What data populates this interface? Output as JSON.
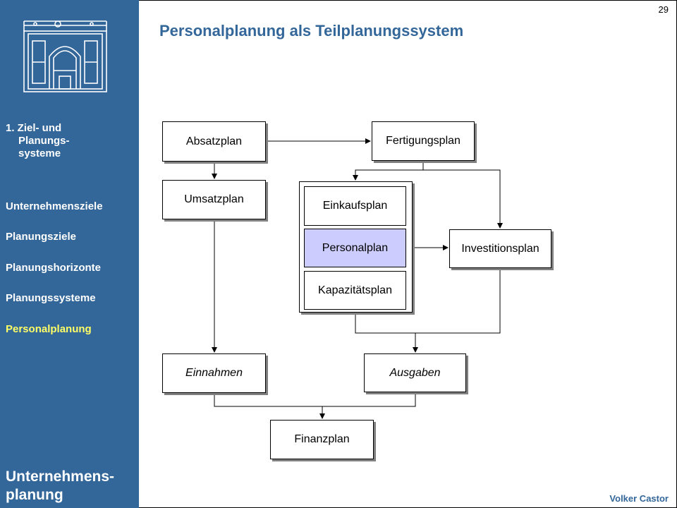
{
  "page_number": "29",
  "title": "Personalplanung als Teilplanungssystem",
  "author": "Volker Castor",
  "sidebar": {
    "section_head": [
      "1. Ziel- und",
      "Planungs-",
      "systeme"
    ],
    "items": [
      {
        "label": "Unternehmensziele",
        "active": false
      },
      {
        "label": "Planungsziele",
        "active": false
      },
      {
        "label": "Planungshorizonte",
        "active": false
      },
      {
        "label": "Planungssysteme",
        "active": false
      },
      {
        "label": "Personalplanung",
        "active": true
      }
    ],
    "footer_title": [
      "Unternehmens-",
      "planung"
    ]
  },
  "diagram": {
    "absatzplan": "Absatzplan",
    "fertigungsplan": "Fertigungsplan",
    "umsatzplan": "Umsatzplan",
    "einkaufsplan": "Einkaufsplan",
    "personalplan": "Personalplan",
    "kapazitaetsplan": "Kapazitätsplan",
    "investitionsplan": "Investitionsplan",
    "einnahmen": "Einnahmen",
    "ausgaben": "Ausgaben",
    "finanzplan": "Finanzplan"
  },
  "colors": {
    "sidebar_bg": "#336699",
    "active_nav": "#ffff66",
    "title": "#336699",
    "highlight_box": "#ccccff"
  }
}
